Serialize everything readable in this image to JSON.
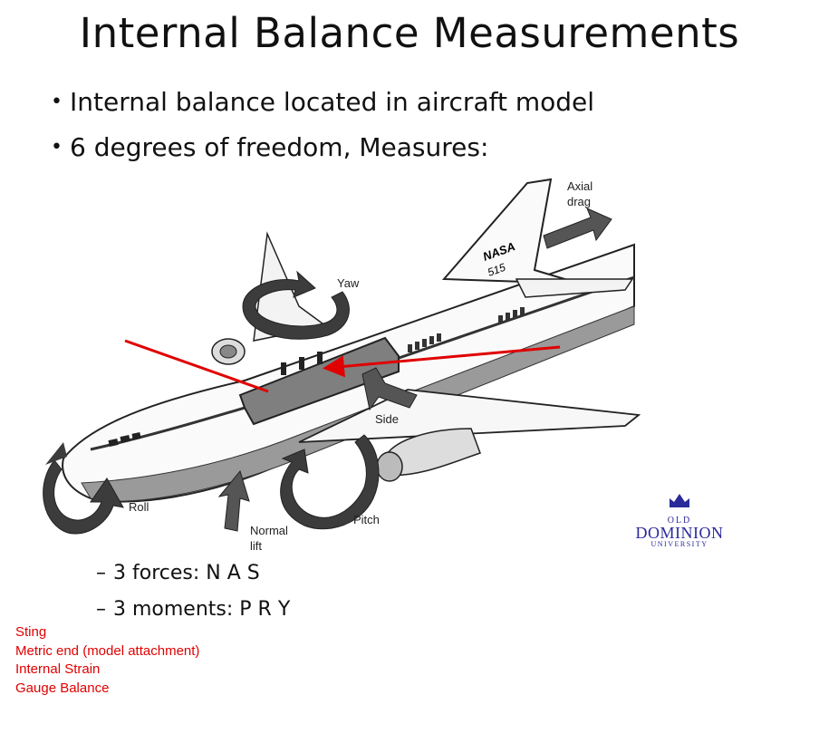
{
  "title": "Internal Balance Measurements",
  "bullets": [
    "Internal balance located in aircraft model",
    "6 degrees of freedom, Measures:"
  ],
  "sub_bullets": [
    "3 forces: N A S",
    "3 moments: P R Y"
  ],
  "notes": [
    "Sting",
    "Metric end (model attachment)",
    "Internal Strain",
    "Gauge Balance"
  ],
  "diagram_labels": {
    "axial_drag_1": "Axial",
    "axial_drag_2": "drag",
    "yaw": "Yaw",
    "side": "Side",
    "roll": "Roll",
    "normal_lift_1": "Normal",
    "normal_lift_2": "lift",
    "pitch": "Pitch",
    "tail_logo": "NASA",
    "tail_number": "515"
  },
  "logo": {
    "line1": "OLD",
    "line2": "DOMINION",
    "line3": "UNIVERSITY"
  },
  "colors": {
    "annotation_red": "#e00000",
    "logo_blue": "#2a2a9a"
  }
}
